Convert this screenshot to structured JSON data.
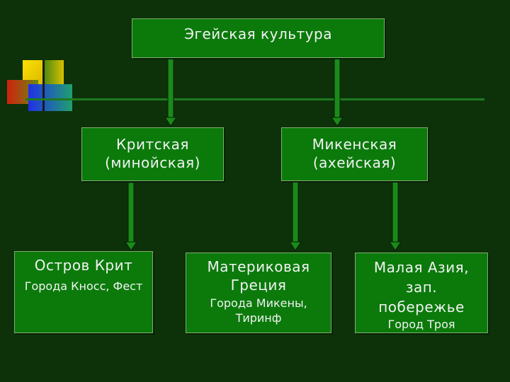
{
  "diagram": {
    "root": {
      "label": "Эгейская культура"
    },
    "branches": [
      {
        "line1": "Критская",
        "line2": "(минойская)"
      },
      {
        "line1": "Микенская",
        "line2": "(ахейская)"
      }
    ],
    "leaves": [
      {
        "title": "Остров Крит",
        "subtitle": "Города Кносс, Фест"
      },
      {
        "title": "Материковая Греция",
        "subtitle": "Города Микены, Тиринф"
      },
      {
        "title": "Малая Азия, зап. побережье",
        "subtitle": "Город Троя"
      }
    ]
  },
  "colors": {
    "background": "#0d3209",
    "box_fill": "#0b7a0b",
    "arrow": "#1a8a1a",
    "deco_yellow": "#f5d000",
    "deco_red": "#c41a10",
    "deco_blue": "#2040e0",
    "deco_green": "#2a9a2a"
  }
}
